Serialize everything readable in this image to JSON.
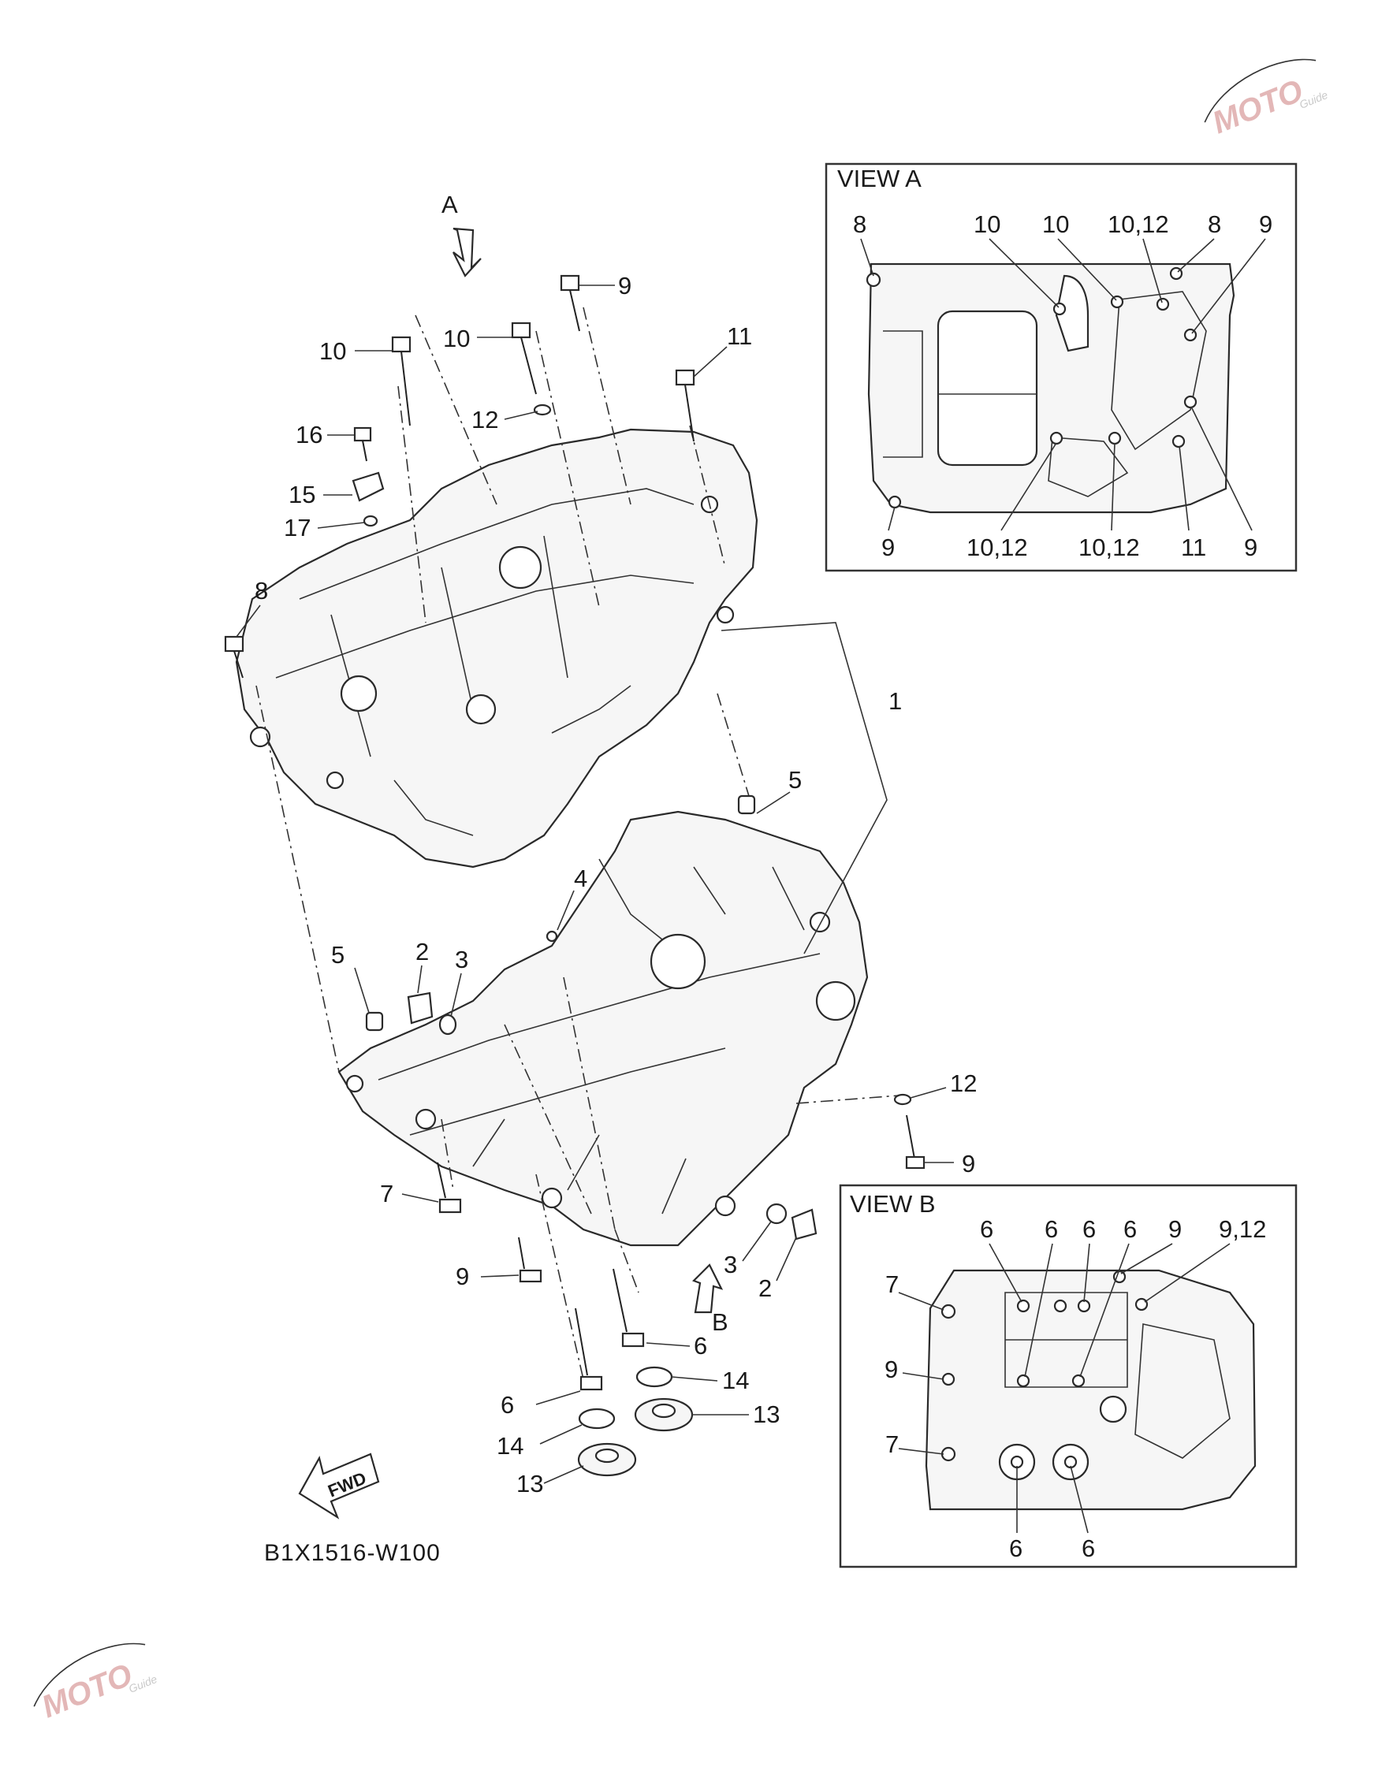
{
  "view_a": {
    "title": "VIEW A",
    "labels_top": [
      "8",
      "10",
      "10",
      "10,12",
      "8",
      "9"
    ],
    "labels_bottom": [
      "9",
      "10,12",
      "10,12",
      "11",
      "9"
    ]
  },
  "view_b": {
    "title": "VIEW B",
    "labels_top": [
      "6",
      "6",
      "6",
      "6",
      "9",
      "9,12"
    ],
    "labels_left": [
      "7",
      "9",
      "7"
    ],
    "labels_bottom": [
      "6",
      "6"
    ]
  },
  "callouts": {
    "arrow_a": "A",
    "arrow_b": "B",
    "p9_top": "9",
    "p10_left": "10",
    "p10_mid": "10",
    "p11": "11",
    "p12_top": "12",
    "p16": "16",
    "p15": "15",
    "p17": "17",
    "p8": "8",
    "p1": "1",
    "p5_right": "5",
    "p4": "4",
    "p5_left": "5",
    "p2_left": "2",
    "p3_left": "3",
    "p12_right": "12",
    "p9_right": "9",
    "p7": "7",
    "p9_bottom": "9",
    "p3_right": "3",
    "p2_right": "2",
    "p6_right": "6",
    "p14_right": "14",
    "p13_right": "13",
    "p6_left": "6",
    "p14_left": "14",
    "p13_left": "13"
  },
  "fwd_label": "FWD",
  "diagram_code": "B1X1516-W100",
  "watermark": {
    "text": "MOTO",
    "subtext": "Guide"
  }
}
